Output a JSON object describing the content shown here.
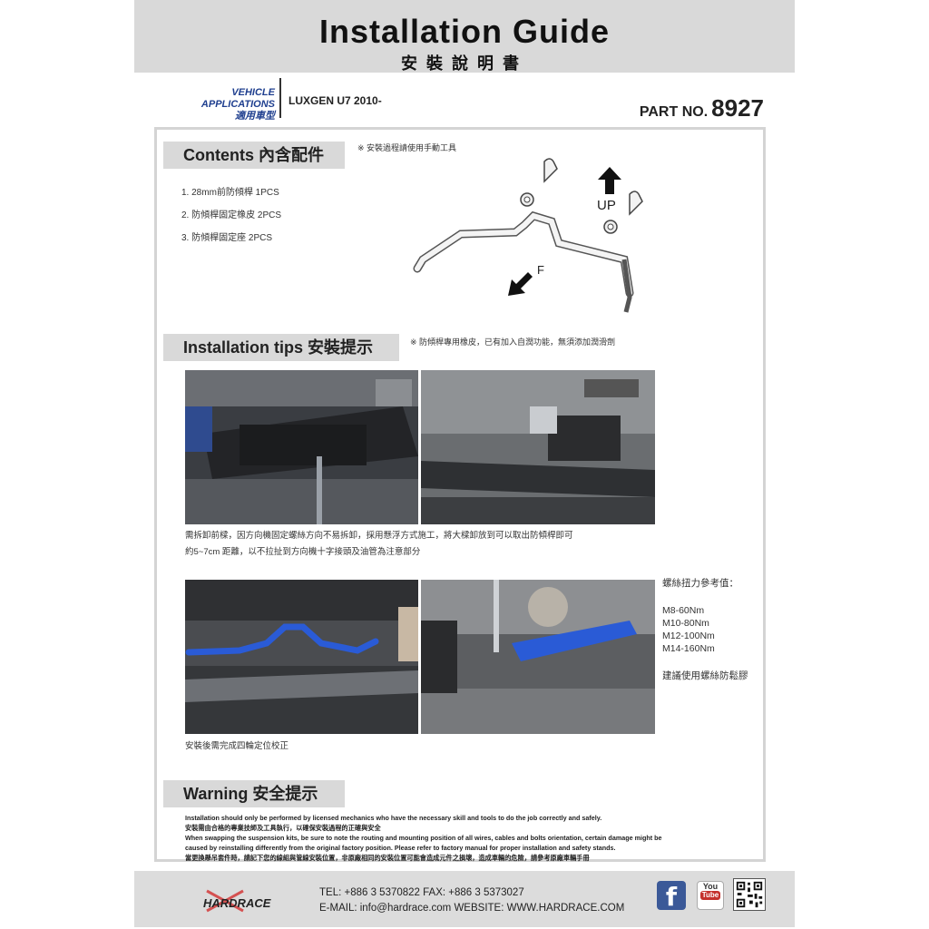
{
  "header": {
    "title": "Installation Guide",
    "title_cn": "安裝說明書"
  },
  "vehicle": {
    "label_en": "VEHICLE APPLICATIONS",
    "label_cn": "適用車型",
    "model": "LUXGEN U7 2010-"
  },
  "part": {
    "label": "PART NO.",
    "number": "8927"
  },
  "contents": {
    "heading": "Contents 內含配件",
    "note": "※ 安裝過程請使用手動工具",
    "items": [
      "1. 28mm前防傾桿 1PCS",
      "2. 防傾桿固定橡皮 2PCS",
      "3. 防傾桿固定座 2PCS"
    ],
    "diagram": {
      "up_label": "UP",
      "f_label": "F"
    }
  },
  "tips": {
    "heading": "Installation tips 安裝提示",
    "note": "※ 防傾桿專用橡皮，已有加入自潤功能，無須添加潤滑劑",
    "caption1_line1": "需拆卸前樑，因方向機固定螺絲方向不易拆卸，採用懸浮方式施工，將大樑卸放到可以取出防傾桿即可",
    "caption1_line2": "約5~7cm 距離，以不拉扯到方向機十字接頭及油管為注意部分",
    "caption2": "安裝後需完成四輪定位校正",
    "torque_title": "螺絲扭力參考值：",
    "torque_values": [
      "M8-60Nm",
      "M10-80Nm",
      "M12-100Nm",
      "M14-160Nm"
    ],
    "torque_note": "建議使用螺絲防鬆膠"
  },
  "warning": {
    "heading": "Warning 安全提示",
    "lines": [
      "Installation should only be performed by licensed mechanics who have the necessary skill and tools to do the job correctly and safely.",
      "安裝需由合格的專業技師及工具執行，以確保安裝過程的正確與安全",
      "When swapping the suspension kits, be sure to note the routing and mounting position of all wires, cables and bolts orientation, certain damage might be",
      "caused by reinstalling differently from the original factory position. Please refer to factory manual for proper installation and safety stands.",
      "當更換懸吊套件時，請記下您的線組與管線安裝位置，非原廠相同的安裝位置可能會造成元件之損壞，造成車輛的危險，請參考原廠車輛手冊"
    ]
  },
  "footer": {
    "brand": "HARDRACE",
    "tel": "TEL: +886 3 5370822   FAX: +886 3 5373027",
    "contact": "E-MAIL: info@hardrace.com   WEBSITE: WWW.HARDRACE.COM",
    "fb_glyph": "f",
    "yt_you": "You",
    "yt_tube": "Tube"
  },
  "colors": {
    "accent_blue": "#1f3f8f",
    "header_grey": "#d9d9d9",
    "sway_bar_blue": "#2a5bd6"
  }
}
